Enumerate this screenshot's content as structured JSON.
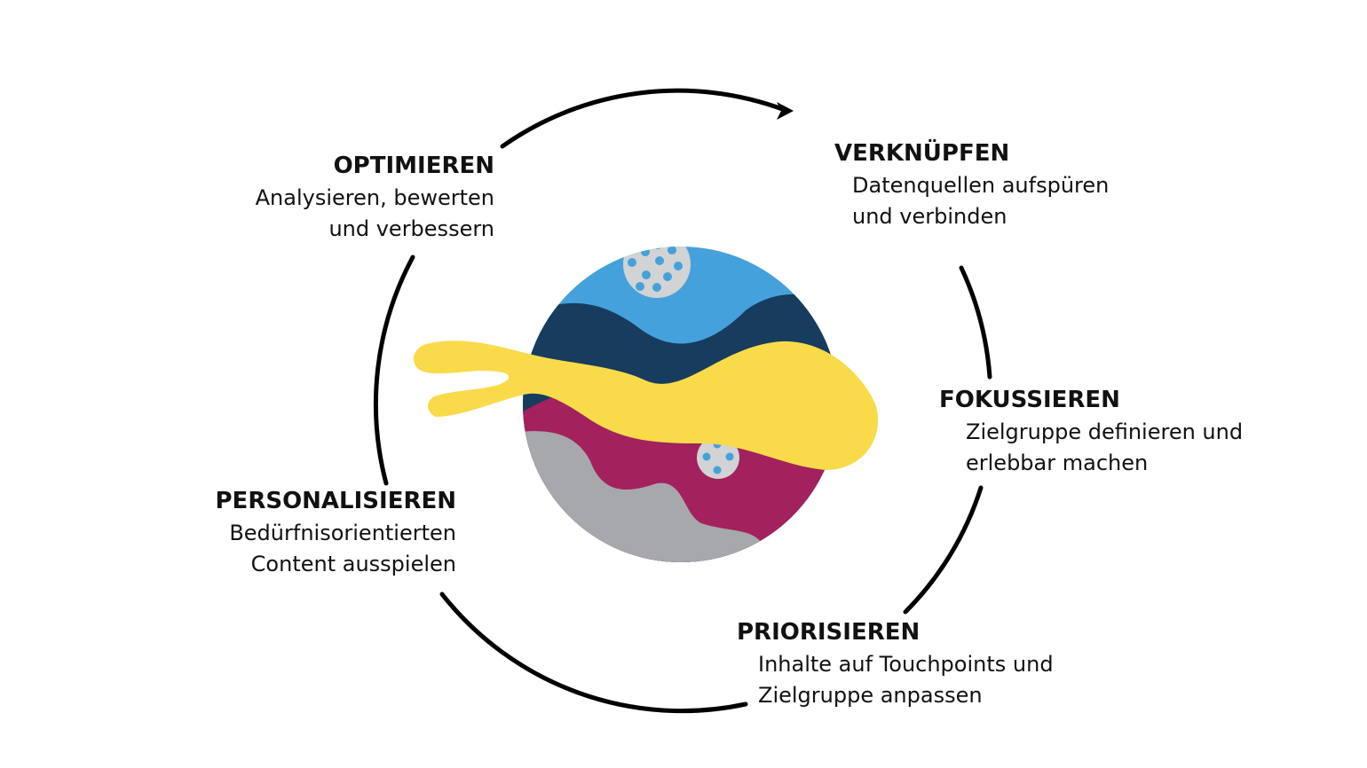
{
  "steps": [
    {
      "id": "verknuepfen",
      "title": "VERKNÜPFEN",
      "description": "Datenquellen aufspüren\nund verbinden"
    },
    {
      "id": "fokussieren",
      "title": "FOKUSSIEREN",
      "description": "Zielgruppe definieren und\nerlebbar machen"
    },
    {
      "id": "priorisieren",
      "title": "PRIORISIEREN",
      "description": "Inhalte auf Touchpoints und\nZielgruppe anpassen"
    },
    {
      "id": "personalisieren",
      "title": "PERSONALISIEREN",
      "description": "Bedürfnisorientierten\nContent ausspielen"
    },
    {
      "id": "optimieren",
      "title": "OPTIMIEREN",
      "description": "Analysieren, bewerten\nund verbessern"
    }
  ],
  "colors": {
    "cycle_stroke": "#000000",
    "light_blue": "#45A1DB",
    "dark_blue": "#173C5E",
    "yellow": "#F9DB4A",
    "magenta": "#A3215C",
    "gray": "#A6A8AB",
    "dot_fill": "#D1D3D4",
    "dot_color": "#45A1DB"
  }
}
